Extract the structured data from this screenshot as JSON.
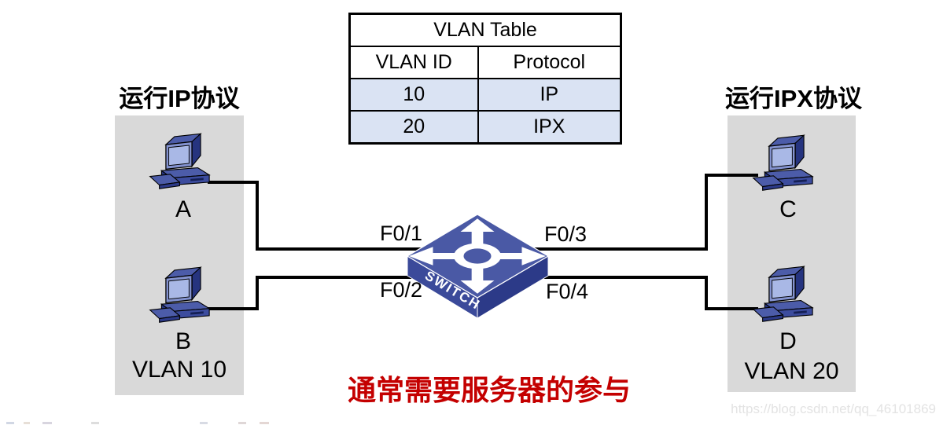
{
  "colors": {
    "panel_gray": "#d9d9d9",
    "table_row_fill": "#dae3f3",
    "switch_top": "#4a59a5",
    "switch_left": "#3b4a9a",
    "switch_right": "#2c3a88",
    "caption_red": "#c40000",
    "line_black": "#000000",
    "watermark_gray": "#e3e3e3"
  },
  "vlan_table": {
    "title": "VLAN Table",
    "columns": [
      "VLAN ID",
      "Protocol"
    ],
    "rows": [
      [
        "10",
        "IP"
      ],
      [
        "20",
        "IPX"
      ]
    ]
  },
  "left_group": {
    "caption": "运行IP协议",
    "hosts": [
      "A",
      "B"
    ],
    "vlan_label": "VLAN 10"
  },
  "right_group": {
    "caption": "运行IPX协议",
    "hosts": [
      "C",
      "D"
    ],
    "vlan_label": "VLAN 20"
  },
  "switch": {
    "label": "SWITCH",
    "ports": [
      "F0/1",
      "F0/2",
      "F0/3",
      "F0/4"
    ]
  },
  "caption": "通常需要服务器的参与",
  "watermark": "https://blog.csdn.net/qq_46101869",
  "icons": {
    "computer": "desktop-computer-icon",
    "switch": "switch-4way-arrows-icon"
  }
}
